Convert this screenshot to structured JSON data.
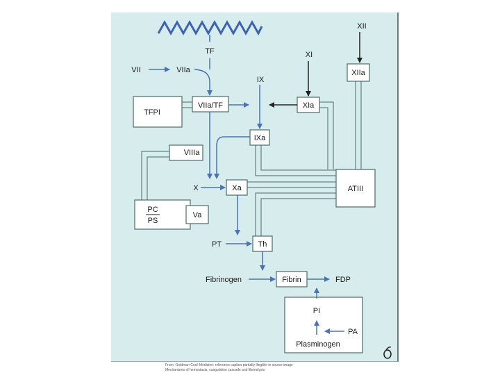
{
  "diagram": {
    "labels": {
      "tf": "TF",
      "xii": "XII",
      "xi": "XI",
      "vii": "VII",
      "viia": "VIIa",
      "ix": "IX",
      "xiia": "XIIa",
      "tfpi": "TFPI",
      "viiatf": "VIIa/TF",
      "xia": "XIa",
      "ixa": "IXa",
      "viiia": "VIIIa",
      "x": "X",
      "xa": "Xa",
      "atiii": "ATIII",
      "pc": "PC",
      "ps": "PS",
      "va": "Va",
      "pt": "PT",
      "th": "Th",
      "fibrinogen": "Fibrinogen",
      "fibrin": "Fibrin",
      "fdp": "FDP",
      "pi": "PI",
      "pa": "PA",
      "plasminogen": "Plasminogen"
    },
    "colors": {
      "panel": "#d7ecec",
      "blue_arrow": "#4a72b8",
      "black_arrow": "#222222",
      "box_stroke": "#4a6a6a",
      "zigzag": "#3d63b0"
    }
  },
  "caption": {
    "line1": "From: Goldman-Cecil Medicine; reference caption partially illegible in source image",
    "line2": "Mechanisms of hemostasis, coagulation cascade and fibrinolysis"
  }
}
